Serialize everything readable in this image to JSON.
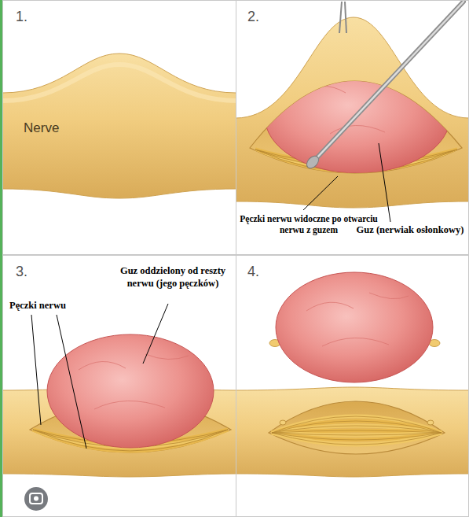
{
  "diagram": {
    "nodes": [
      {
        "text": [
          "1.",
          "Nerve"
        ]
      },
      {
        "text": [
          "2.",
          "Pęczki nerwu widoczne po otwarciu nerwu z guzem",
          "Guz (nerwiak osłonkowy)"
        ]
      },
      {
        "text": [
          "3.",
          "Guz oddzielony od reszty nerwu (jego pęczków)",
          "Pęczki nerwu"
        ]
      },
      {
        "text": [
          "4."
        ]
      }
    ]
  }
}
